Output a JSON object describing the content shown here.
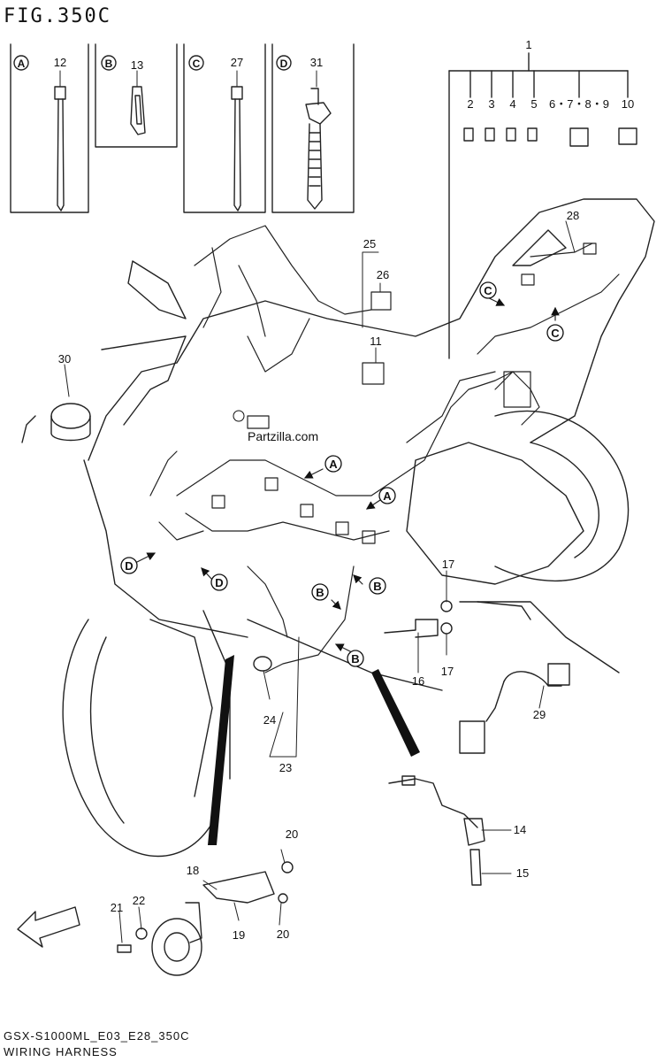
{
  "figure": {
    "title": "FIG.350C",
    "footer_code": "GSX-S1000ML_E03_E28_350C",
    "footer_name": "WIRING HARNESS",
    "watermark": "Partzilla.com",
    "fwd_label": "FWD"
  },
  "inset_panels": [
    {
      "letter": "A",
      "part": "12"
    },
    {
      "letter": "B",
      "part": "13"
    },
    {
      "letter": "C",
      "part": "27"
    },
    {
      "letter": "D",
      "part": "31"
    }
  ],
  "fuse_group": {
    "main": "1",
    "items": [
      "2",
      "3",
      "4",
      "5",
      "6・7・8・9",
      "10"
    ]
  },
  "callouts": {
    "p11": "11",
    "p14": "14",
    "p15": "15",
    "p16": "16",
    "p17a": "17",
    "p17b": "17",
    "p18": "18",
    "p19": "19",
    "p20a": "20",
    "p20b": "20",
    "p21": "21",
    "p22": "22",
    "p23": "23",
    "p24": "24",
    "p25": "25",
    "p26": "26",
    "p28": "28",
    "p29": "29",
    "p30": "30"
  },
  "markers": {
    "A": "A",
    "B": "B",
    "C": "C",
    "D": "D"
  }
}
